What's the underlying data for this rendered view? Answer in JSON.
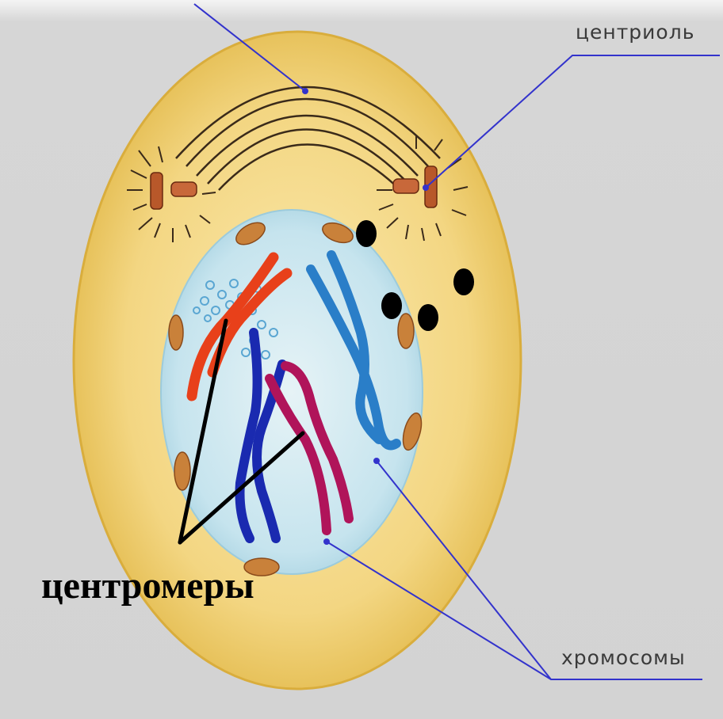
{
  "labels": {
    "centriole": "центриоль",
    "chromosomes": "хромосомы",
    "centromeres": "центромеры"
  },
  "colors": {
    "background": "#d8d8d8",
    "cytoplasm": "#f1d37f",
    "nucleus": "#c8e6ef",
    "pointer_line": "#3333cc",
    "chromosome_red": "#e8401a",
    "chromosome_darkblue": "#1a2ab0",
    "chromosome_magenta": "#b0145a",
    "chromosome_lightblue": "#2a7ec8",
    "centriole": "#b8582a"
  }
}
